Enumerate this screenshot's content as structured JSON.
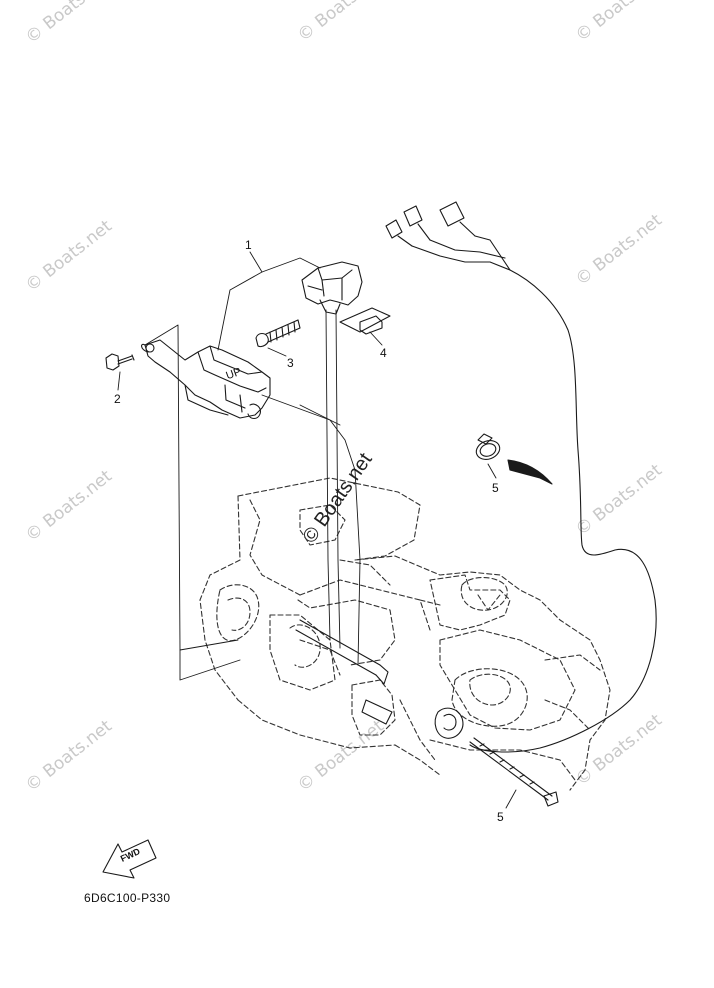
{
  "watermark": {
    "text": "© Boats.net",
    "center_text": "© Boats.net"
  },
  "callouts": [
    "1",
    "2",
    "3",
    "4",
    "5",
    "5"
  ],
  "labels": {
    "up_mark": "UP",
    "fwd_mark": "FWD"
  },
  "part_code": "6D6C100-P330",
  "colors": {
    "line": "#1a1a1a",
    "dashed": "#333333",
    "watermark": "#c9c9c9"
  }
}
